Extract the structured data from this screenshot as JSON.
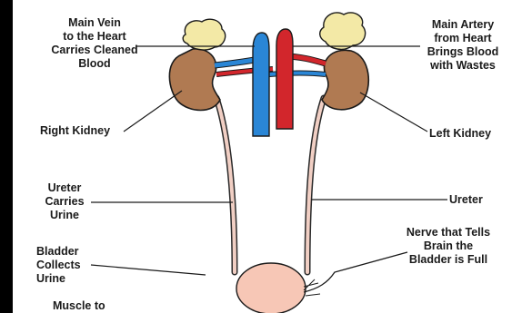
{
  "labels": {
    "main_vein": "Main Vein\nto the Heart\nCarries Cleaned\nBlood",
    "main_artery": "Main Artery\nfrom Heart\nBrings Blood\nwith Wastes",
    "right_kidney": "Right Kidney",
    "left_kidney": "Left Kidney",
    "ureter_left": "Ureter\nCarries\nUrine",
    "ureter_right": "Ureter",
    "bladder": "Bladder\nCollects\nUrine",
    "nerve": "Nerve that Tells\nBrain the\nBladder is Full",
    "muscle": "Muscle to"
  },
  "colors": {
    "kidney": "#b07a52",
    "adrenal": "#f3e9a6",
    "vein": "#2a86d6",
    "artery": "#d2262c",
    "ureter": "#f1cfc4",
    "bladder": "#f7c7b6"
  }
}
